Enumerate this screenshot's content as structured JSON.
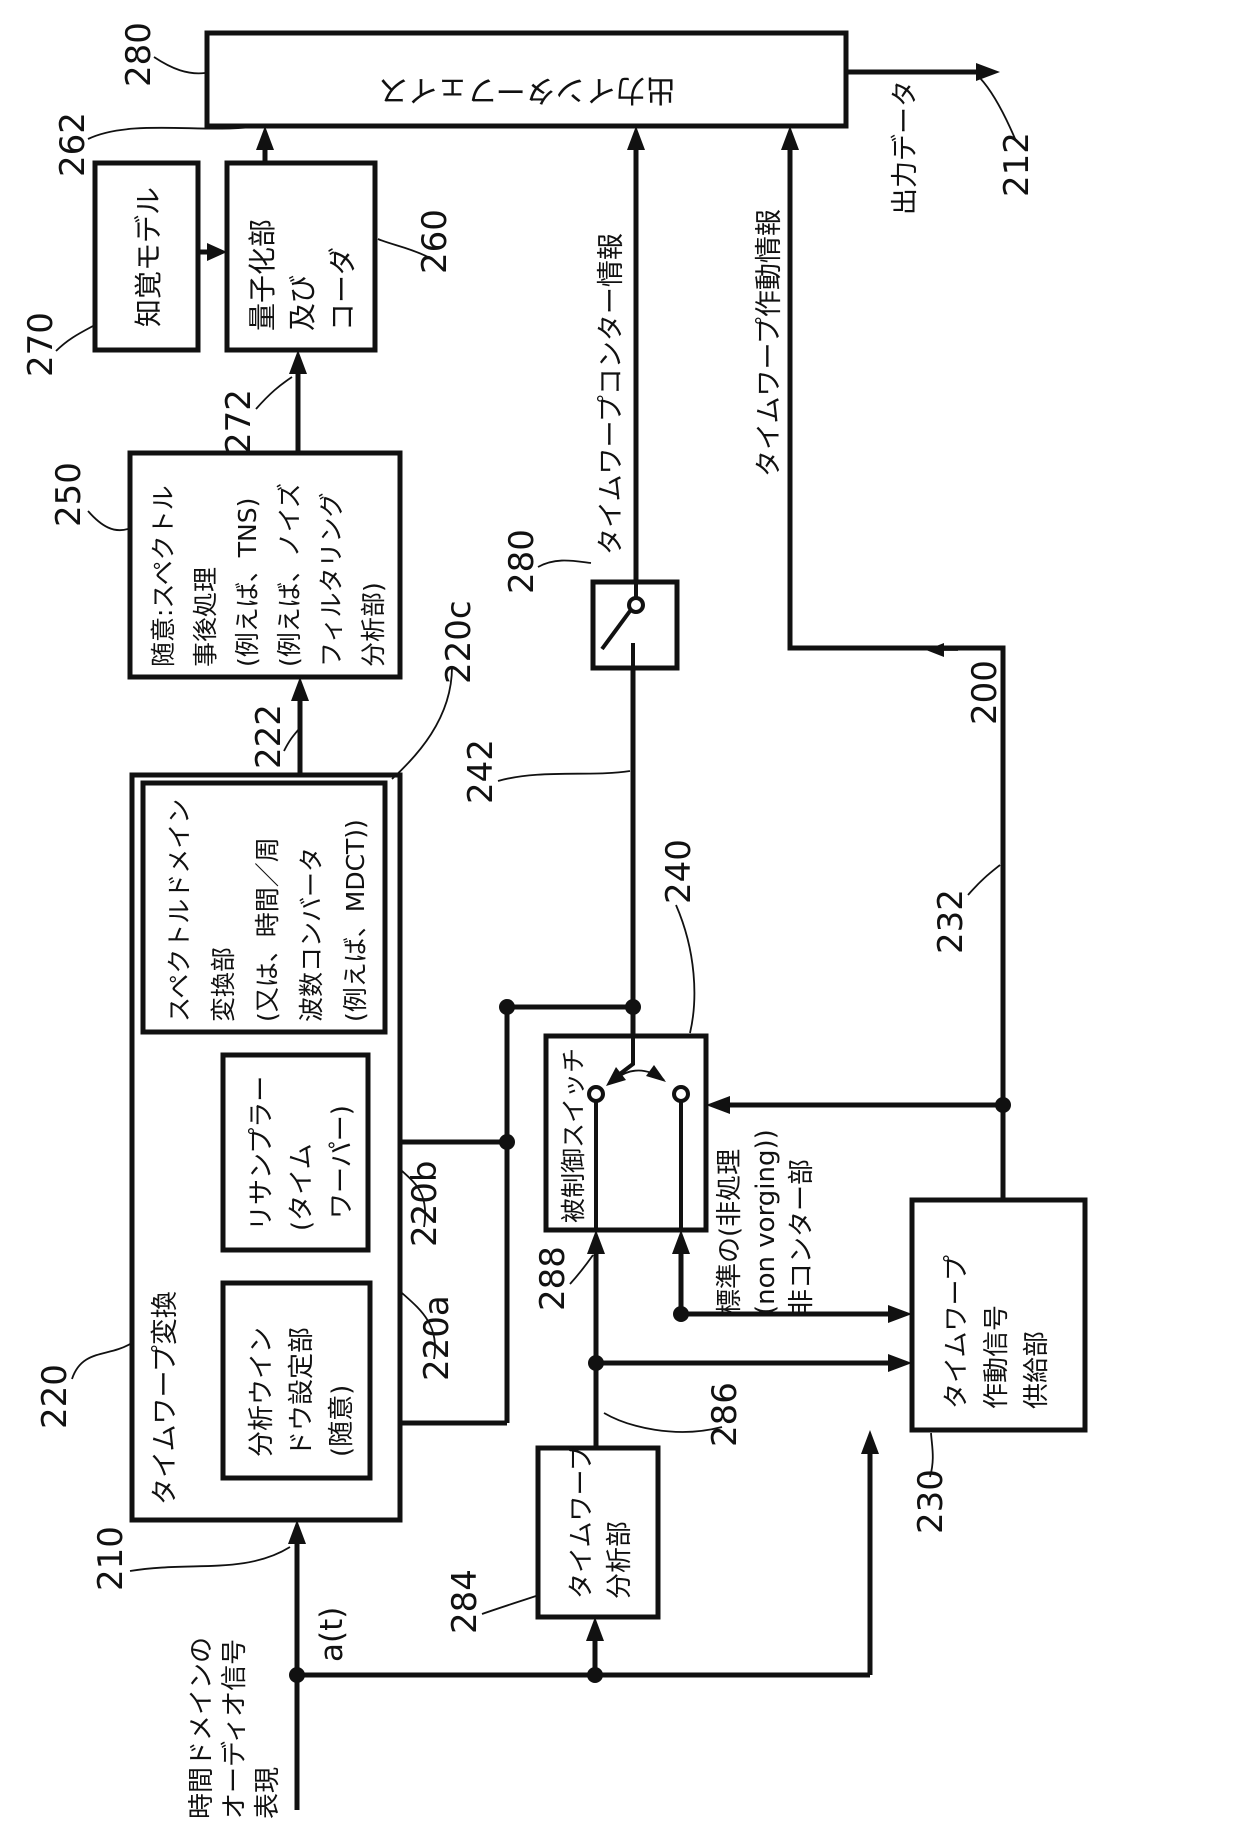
{
  "figure": {
    "ref": "200"
  },
  "colors": {
    "ink": "#111111",
    "paper": "#ffffff"
  },
  "input": {
    "ref": "210",
    "signal": "a(t)",
    "lines": [
      "時間ドメインの",
      "オーディオ信号",
      "表現"
    ]
  },
  "blocks": {
    "transform220": {
      "ref": "220",
      "title": "タイムワープ変換"
    },
    "windower220a": {
      "ref": "220a",
      "lines": [
        "分析ウイン",
        "ドウ設定部",
        "(随意)"
      ]
    },
    "resampler220b": {
      "ref": "220b",
      "lines": [
        "リサンプラー",
        "(タイム",
        "ワーパー)"
      ]
    },
    "spectral220c": {
      "ref": "220c",
      "lines": [
        "スペクトルドメイン",
        "変換部",
        "(又は、時間／周",
        "波数コンバータ",
        "(例えば、MDCT))"
      ]
    },
    "postproc250": {
      "ref": "250",
      "lines": [
        "随意:スペクトル",
        "事後処理",
        "(例えば、TNS)",
        "(例えば、ノイズ",
        "フィルタリング",
        "分析部)"
      ]
    },
    "quantizer260": {
      "ref": "260",
      "lines": [
        "量子化部",
        "及び",
        "コーダ"
      ]
    },
    "perceptual270": {
      "ref": "270",
      "label": "知覚モデル"
    },
    "interface280": {
      "ref": "280",
      "label": "出力インターフェイス"
    },
    "contourswitch280": {
      "ref": "280"
    },
    "controlledswitch240": {
      "ref": "240",
      "title": "被制御スイッチ"
    },
    "supply230": {
      "ref": "230",
      "lines": [
        "タイムワープ",
        "作動信号",
        "供給部"
      ]
    },
    "analyzer284": {
      "ref": "284",
      "lines": [
        "タイムワープ",
        "分析部"
      ]
    }
  },
  "signals": {
    "s222": "222",
    "s272": "272",
    "s262": "262",
    "s212": "212",
    "s242": "242",
    "s232": "232",
    "s286": "286",
    "s288": "288",
    "output_data": "出力データ",
    "contour_info": "タイムワープコンター情報",
    "activation_info": "タイムワープ作動情報",
    "standard_path_lines": [
      "標準の(非処理",
      "(non vorging))",
      "非コンター部"
    ]
  }
}
